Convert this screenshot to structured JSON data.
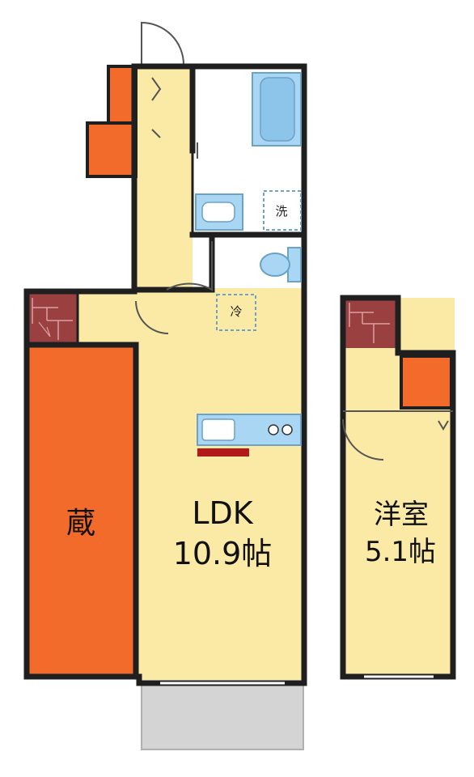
{
  "colors": {
    "wall": "#1f1f1f",
    "floor": "#faeaa6",
    "storage": "#f26b2a",
    "stairs": "#9a4040",
    "wet_area": "#ffffff",
    "fixture": "#a9d6f2",
    "fixture_edge": "#6aa2c8",
    "counter_red": "#b21a1a",
    "balcony": "#d4d4d4"
  },
  "rooms": {
    "storage_label": "蔵",
    "ldk_name": "LDK",
    "ldk_size": "10.9帖",
    "western_name": "洋室",
    "western_size": "5.1帖"
  },
  "fixtures": {
    "washer_label": "洗",
    "fridge_label": "冷"
  }
}
